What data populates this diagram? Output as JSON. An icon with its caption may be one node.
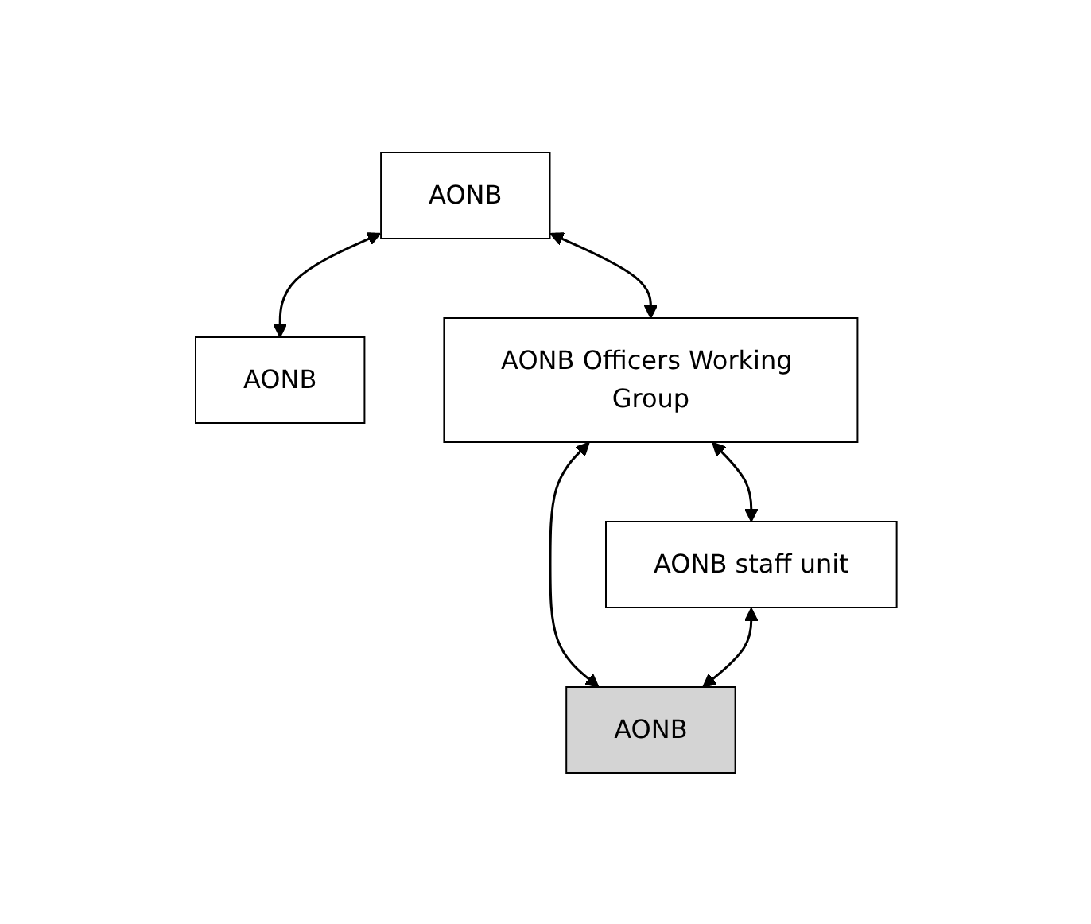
{
  "diagram": {
    "nodes": [
      {
        "text": [
          "AONB"
        ]
      },
      {
        "text": [
          "AONB"
        ]
      },
      {
        "text": [
          "AONB Officers Working Group"
        ]
      },
      {
        "text": [
          "AONB"
        ]
      },
      {
        "text": [
          "AONB staff unit"
        ]
      }
    ],
    "edges": [
      {
        "from": 0,
        "to": 1,
        "arrow": "both"
      },
      {
        "from": 0,
        "to": 2,
        "arrow": "both"
      },
      {
        "from": 2,
        "to": 3,
        "arrow": "both"
      },
      {
        "from": 2,
        "to": 4,
        "arrow": "both"
      },
      {
        "from": 4,
        "to": 3,
        "arrow": "both"
      }
    ]
  }
}
